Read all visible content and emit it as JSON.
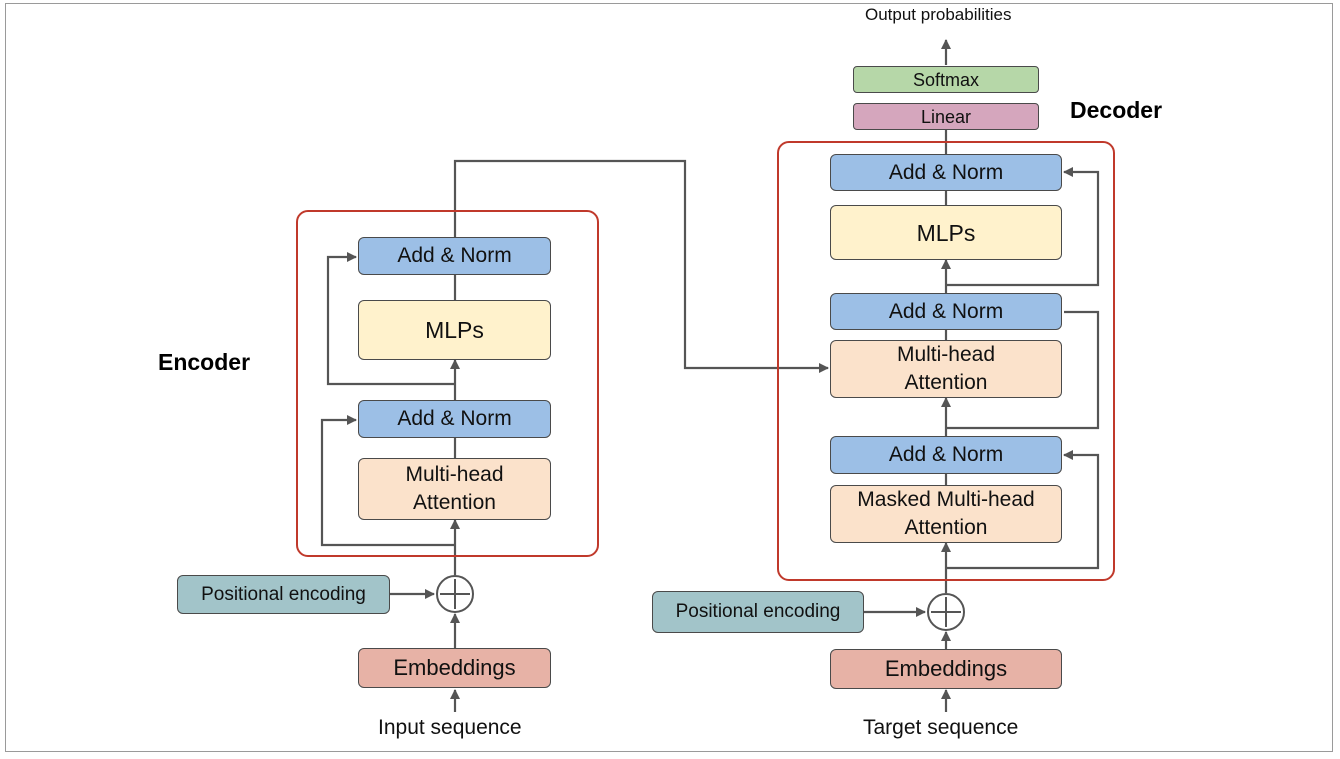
{
  "titles": {
    "encoder": "Encoder",
    "decoder": "Decoder"
  },
  "output_label": "Output probabilities",
  "encoder": {
    "add_norm_top": "Add & Norm",
    "mlps": "MLPs",
    "add_norm_bottom": "Add & Norm",
    "attention_line1": "Multi-head",
    "attention_line2": "Attention",
    "positional_encoding": "Positional encoding",
    "embeddings": "Embeddings",
    "input_label": "Input sequence"
  },
  "decoder": {
    "softmax": "Softmax",
    "linear": "Linear",
    "add_norm_top": "Add & Norm",
    "mlps": "MLPs",
    "add_norm_middle": "Add & Norm",
    "cross_attention_line1": "Multi-head",
    "cross_attention_line2": "Attention",
    "add_norm_bottom": "Add & Norm",
    "masked_attention_line1": "Masked Multi-head",
    "masked_attention_line2": "Attention",
    "positional_encoding": "Positional encoding",
    "embeddings": "Embeddings",
    "target_label": "Target sequence"
  },
  "colors": {
    "add_norm": "#9cbfe6",
    "mlps": "#fff2cc",
    "attention": "#fbe2cb",
    "embeddings": "#e7b2a6",
    "positional_encoding": "#a2c4c9",
    "softmax": "#b6d7a8",
    "linear": "#d5a6bd",
    "block_border": "#c0392b",
    "arrows": "#555555"
  }
}
